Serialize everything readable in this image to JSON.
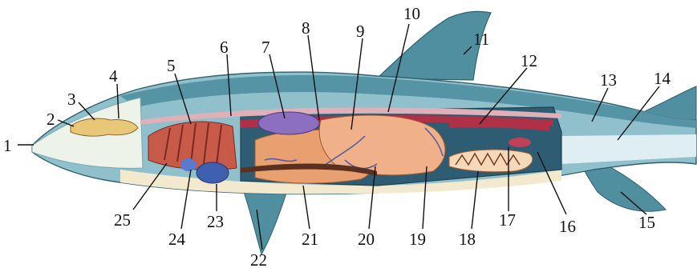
{
  "labels": [
    "1",
    "2",
    "3",
    "4",
    "5",
    "6",
    "7",
    "8",
    "9",
    "10",
    "11",
    "12",
    "13",
    "14",
    "15",
    "16",
    "17",
    "18",
    "19",
    "20",
    "21",
    "22",
    "23",
    "24",
    "25"
  ],
  "colors": {
    "skin_teal": "#4f8fa0",
    "skin_light": "#8fc0cc",
    "belly_cream": "#f3e9cf",
    "gill_red": "#c85a4a",
    "liver_orange": "#e8a070",
    "stomach_purple": "#8c6fc0",
    "heart_blue": "#3f5fb0",
    "vessel_red": "#b03048",
    "intestine_peach": "#f0b08a",
    "brain_yellow": "#e8c878"
  }
}
